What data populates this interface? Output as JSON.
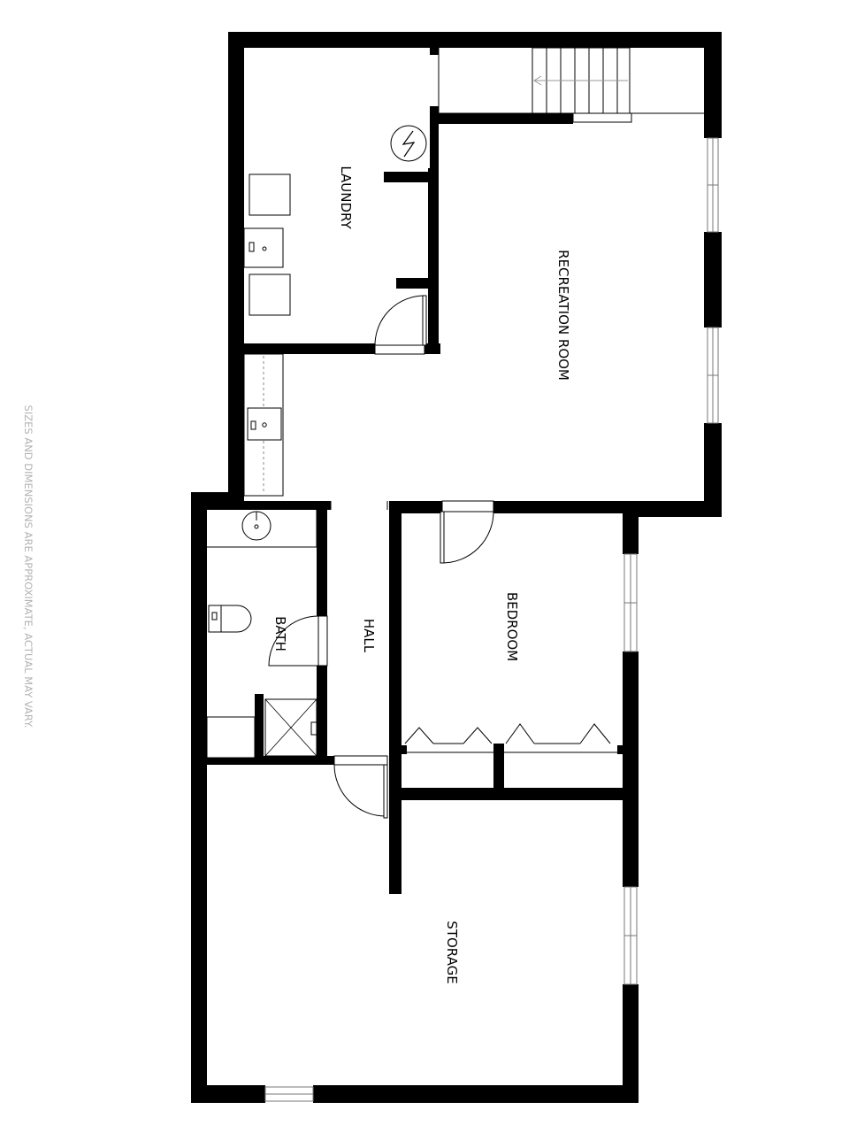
{
  "colors": {
    "wall": "#000000",
    "background": "#ffffff",
    "disclaimer": "#b3b3b3"
  },
  "rooms": {
    "laundry": "LAUNDRY",
    "recreation": "RECREATION ROOM",
    "bath": "BATH",
    "hall": "HALL",
    "bedroom": "BEDROOM",
    "storage": "STORAGE"
  },
  "disclaimer": "SIZES AND DIMENSIONS ARE APPROXIMATE, ACTUAL MAY VARY.",
  "icons": [
    "electric-panel-icon",
    "washer-icon",
    "dryer-icon",
    "laundry-sink-icon",
    "sink-icon",
    "toilet-icon",
    "shower-icon",
    "stairs-icon"
  ]
}
